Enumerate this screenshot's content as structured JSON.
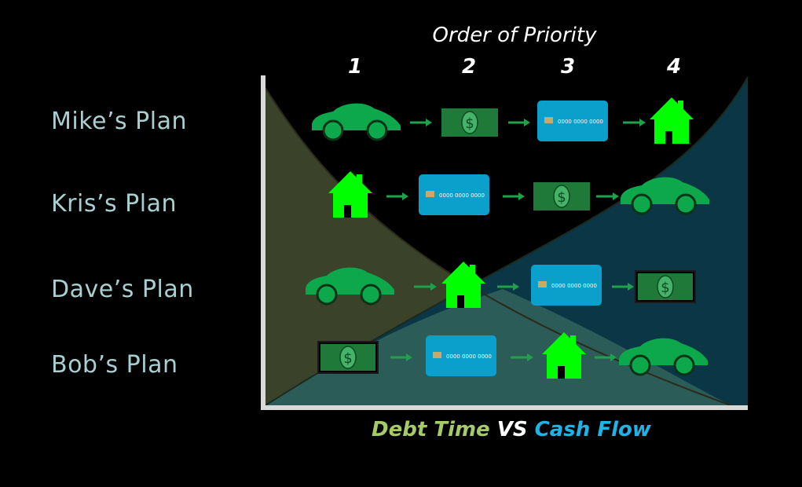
{
  "title": "Order of Priority",
  "columns": [
    "1",
    "2",
    "3",
    "4"
  ],
  "rows": [
    {
      "label": "Mike’s Plan",
      "order": [
        "car",
        "cash",
        "card",
        "house"
      ]
    },
    {
      "label": "Kris’s Plan",
      "order": [
        "house",
        "card",
        "cash",
        "car"
      ]
    },
    {
      "label": "Dave’s Plan",
      "order": [
        "car",
        "house",
        "card",
        "cash"
      ]
    },
    {
      "label": "Bob’s Plan",
      "order": [
        "cash",
        "card",
        "house",
        "car"
      ]
    }
  ],
  "card_number": "0000 0000 0000",
  "currency_symbol": "$",
  "footer": {
    "left": "Debt Time",
    "middle": "VS",
    "right": "Cash Flow"
  },
  "colors": {
    "debt_time": "#a6c96a",
    "versus": "#ffffff",
    "cash_flow": "#1fb4e8",
    "car": "#0da84c",
    "house": "#00ff00",
    "cash": "#1f7a3a",
    "card": "#0b9fcb",
    "arrow": "#1fa04a"
  }
}
